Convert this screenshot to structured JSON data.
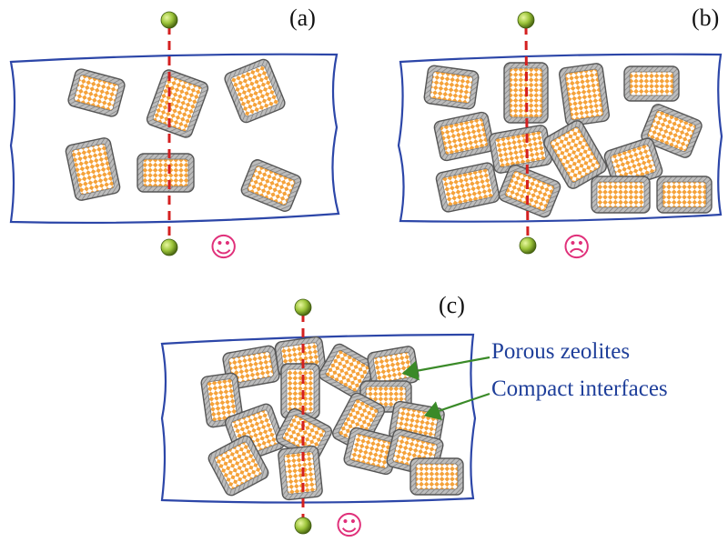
{
  "panels": {
    "a": {
      "label": "(a)",
      "face": "☺"
    },
    "b": {
      "label": "(b)",
      "face": "☹"
    },
    "c": {
      "label": "(c)",
      "face": "☺"
    }
  },
  "legend": {
    "porous_zeolites": "Porous zeolites",
    "compact_interfaces": "Compact interfaces"
  },
  "colors": {
    "membrane_border": "#2c46a8",
    "path_line": "#d42020",
    "particle_fill": "#8fb82a",
    "grain_core": "#f5a23a",
    "grain_shell": "#9a9a9a",
    "legend_text": "#1f3f9a",
    "arrow": "#3a8a28",
    "face": "#e0307a"
  },
  "icons": {
    "happy": "smiley-face-icon",
    "sad": "frowny-face-icon",
    "particle": "green-sphere-icon"
  }
}
